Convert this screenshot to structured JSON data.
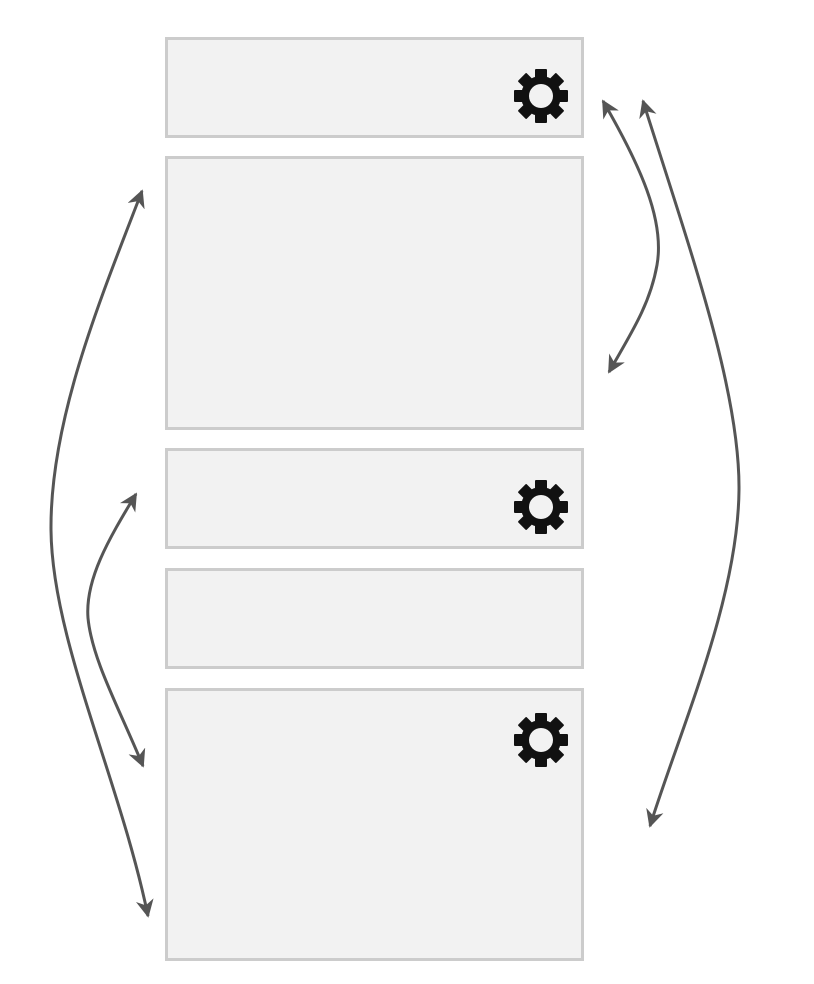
{
  "diagram": {
    "colors": {
      "panel_fill": "#f2f2f2",
      "panel_border": "#cccccc",
      "arrow": "#555555",
      "gear": "#111111"
    },
    "panels": [
      {
        "id": "panel-1",
        "has_settings": true,
        "icon": "gear-icon"
      },
      {
        "id": "panel-2",
        "has_settings": false
      },
      {
        "id": "panel-3",
        "has_settings": true,
        "icon": "gear-icon"
      },
      {
        "id": "panel-4",
        "has_settings": false
      },
      {
        "id": "panel-5",
        "has_settings": true,
        "icon": "gear-icon"
      }
    ],
    "connections": [
      {
        "from": "panel-1",
        "to": "panel-2",
        "type": "bidirectional"
      },
      {
        "from": "panel-1",
        "to": "panel-5",
        "type": "bidirectional"
      },
      {
        "from": "panel-2",
        "to": "panel-5",
        "type": "bidirectional"
      },
      {
        "from": "panel-3",
        "to": "panel-5",
        "type": "bidirectional"
      }
    ]
  }
}
